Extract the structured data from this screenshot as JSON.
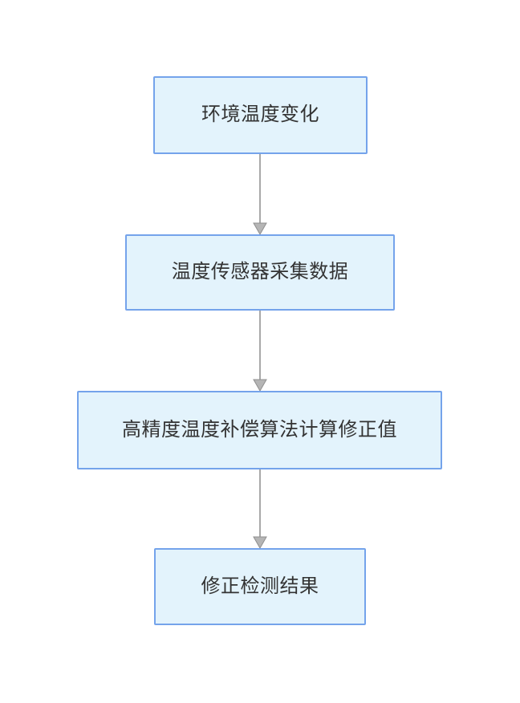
{
  "diagram": {
    "type": "flowchart",
    "direction": "top-down",
    "colors": {
      "node_fill": "#e3f3fc",
      "node_border": "#74a3eb",
      "node_text": "#333333",
      "arrow": "#a8a8a8",
      "background": "#ffffff"
    },
    "nodes": [
      {
        "id": "n1",
        "label": "环境温度变化"
      },
      {
        "id": "n2",
        "label": "温度传感器采集数据"
      },
      {
        "id": "n3",
        "label": "高精度温度补偿算法计算修正值"
      },
      {
        "id": "n4",
        "label": "修正检测结果"
      }
    ],
    "edges": [
      {
        "from": "n1",
        "to": "n2"
      },
      {
        "from": "n2",
        "to": "n3"
      },
      {
        "from": "n3",
        "to": "n4"
      }
    ]
  }
}
